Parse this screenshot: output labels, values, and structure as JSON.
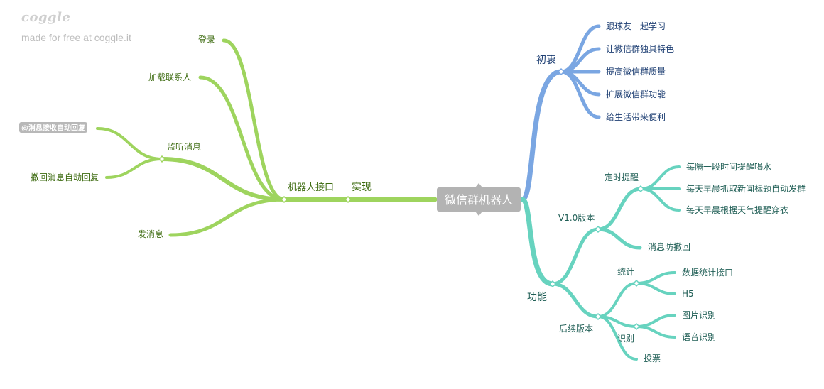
{
  "watermark": {
    "logo": "coggle",
    "subtitle": "made for free at coggle.it"
  },
  "colors": {
    "green_branch": "#9ed45e",
    "green_text": "#3d6b10",
    "blue_branch": "#7aa6e2",
    "blue_text": "#1e3f73",
    "teal_branch": "#67d3bf",
    "teal_text": "#1f5e55",
    "root_bg": "#b3b3b3",
    "root_text": "#ffffff",
    "tag_bg": "#b8b8b8",
    "tag_text": "#ffffff"
  },
  "mindmap": {
    "root": "微信群机器人",
    "left": {
      "edge_label": "实现",
      "node": "机器人接口",
      "children": [
        {
          "label": "登录"
        },
        {
          "label": "加载联系人"
        },
        {
          "label": "监听消息",
          "children": [
            {
              "label": "@消息接收自动回复",
              "tag": true
            },
            {
              "label": "撤回消息自动回复"
            }
          ]
        },
        {
          "label": "发消息"
        }
      ]
    },
    "right_top": {
      "label": "初衷",
      "children": [
        {
          "label": "跟球友一起学习"
        },
        {
          "label": "让微信群独具特色"
        },
        {
          "label": "提高微信群质量"
        },
        {
          "label": "扩展微信群功能"
        },
        {
          "label": "给生活带来便利"
        }
      ]
    },
    "right_bottom": {
      "label": "功能",
      "children": [
        {
          "label": "V1.0版本",
          "children": [
            {
              "label": "定时提醒",
              "children": [
                {
                  "label": "每隔一段时间提醒喝水"
                },
                {
                  "label": "每天早晨抓取新闻标题自动发群"
                },
                {
                  "label": "每天早晨根据天气提醒穿衣"
                }
              ]
            },
            {
              "label": "消息防撤回"
            }
          ]
        },
        {
          "label": "后续版本",
          "children": [
            {
              "label": "统计",
              "children": [
                {
                  "label": "数据统计接口"
                },
                {
                  "label": "H5"
                }
              ]
            },
            {
              "label": "识别",
              "children": [
                {
                  "label": "图片识别"
                },
                {
                  "label": "语音识别"
                }
              ]
            },
            {
              "label": "投票"
            }
          ]
        }
      ]
    }
  }
}
